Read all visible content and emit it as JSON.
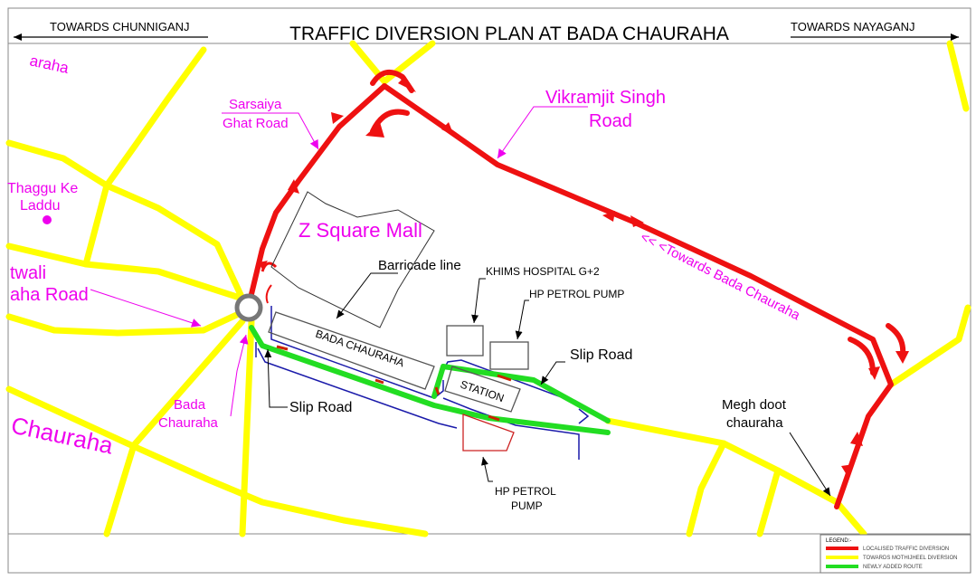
{
  "header": {
    "title": "TRAFFIC DIVERSION PLAN AT BADA CHAURAHA",
    "left_direction": "TOWARDS CHUNNIGANJ",
    "right_direction": "TOWARDS NAYAGANJ"
  },
  "roads": {
    "sarsaiya_line1": "Sarsaiya",
    "sarsaiya_line2": "Ghat Road",
    "vikramjit_line1": "Vikramjit Singh",
    "vikramjit_line2": "Road",
    "towards_bada": "<< <Towards Bada Chauraha",
    "kotwali_line1": "twali",
    "kotwali_line2": "aha Road",
    "chauraha_big": "Chauraha",
    "topleft_fragment": "araha"
  },
  "places": {
    "thaggu_line1": "Thaggu Ke",
    "thaggu_line2": "Laddu",
    "z_square_mall": "Z Square Mall",
    "barricade_line": "Barricade line",
    "khims": "KHIMS HOSPITAL G+2",
    "hp_petrol_top": "HP PETROL PUMP",
    "slip_road_right": "Slip Road",
    "slip_road_left": "Slip Road",
    "bada_chauraha_block": "BADA CHAURAHA",
    "station": "STATION",
    "bada_line1": "Bada",
    "bada_line2": "Chauraha",
    "megh_line1": "Megh doot",
    "megh_line2": "chauraha",
    "hp_petrol_bottom_line1": "HP PETROL",
    "hp_petrol_bottom_line2": "PUMP"
  },
  "legend": {
    "title": "LEGEND:-",
    "items": [
      {
        "label": "LOCALISED TRAFFIC DIVERSION",
        "color": "#ee1111"
      },
      {
        "label": "TOWARDS MOTHIJHEEL DIVERSION",
        "color": "#ffff00"
      },
      {
        "label": "NEWLY ADDED ROUTE",
        "color": "#22dd22"
      }
    ]
  },
  "colors": {
    "red_route": "#ee1111",
    "yellow_route": "#ffff00",
    "green_route": "#22dd22",
    "magenta_label": "#ee00ee"
  }
}
